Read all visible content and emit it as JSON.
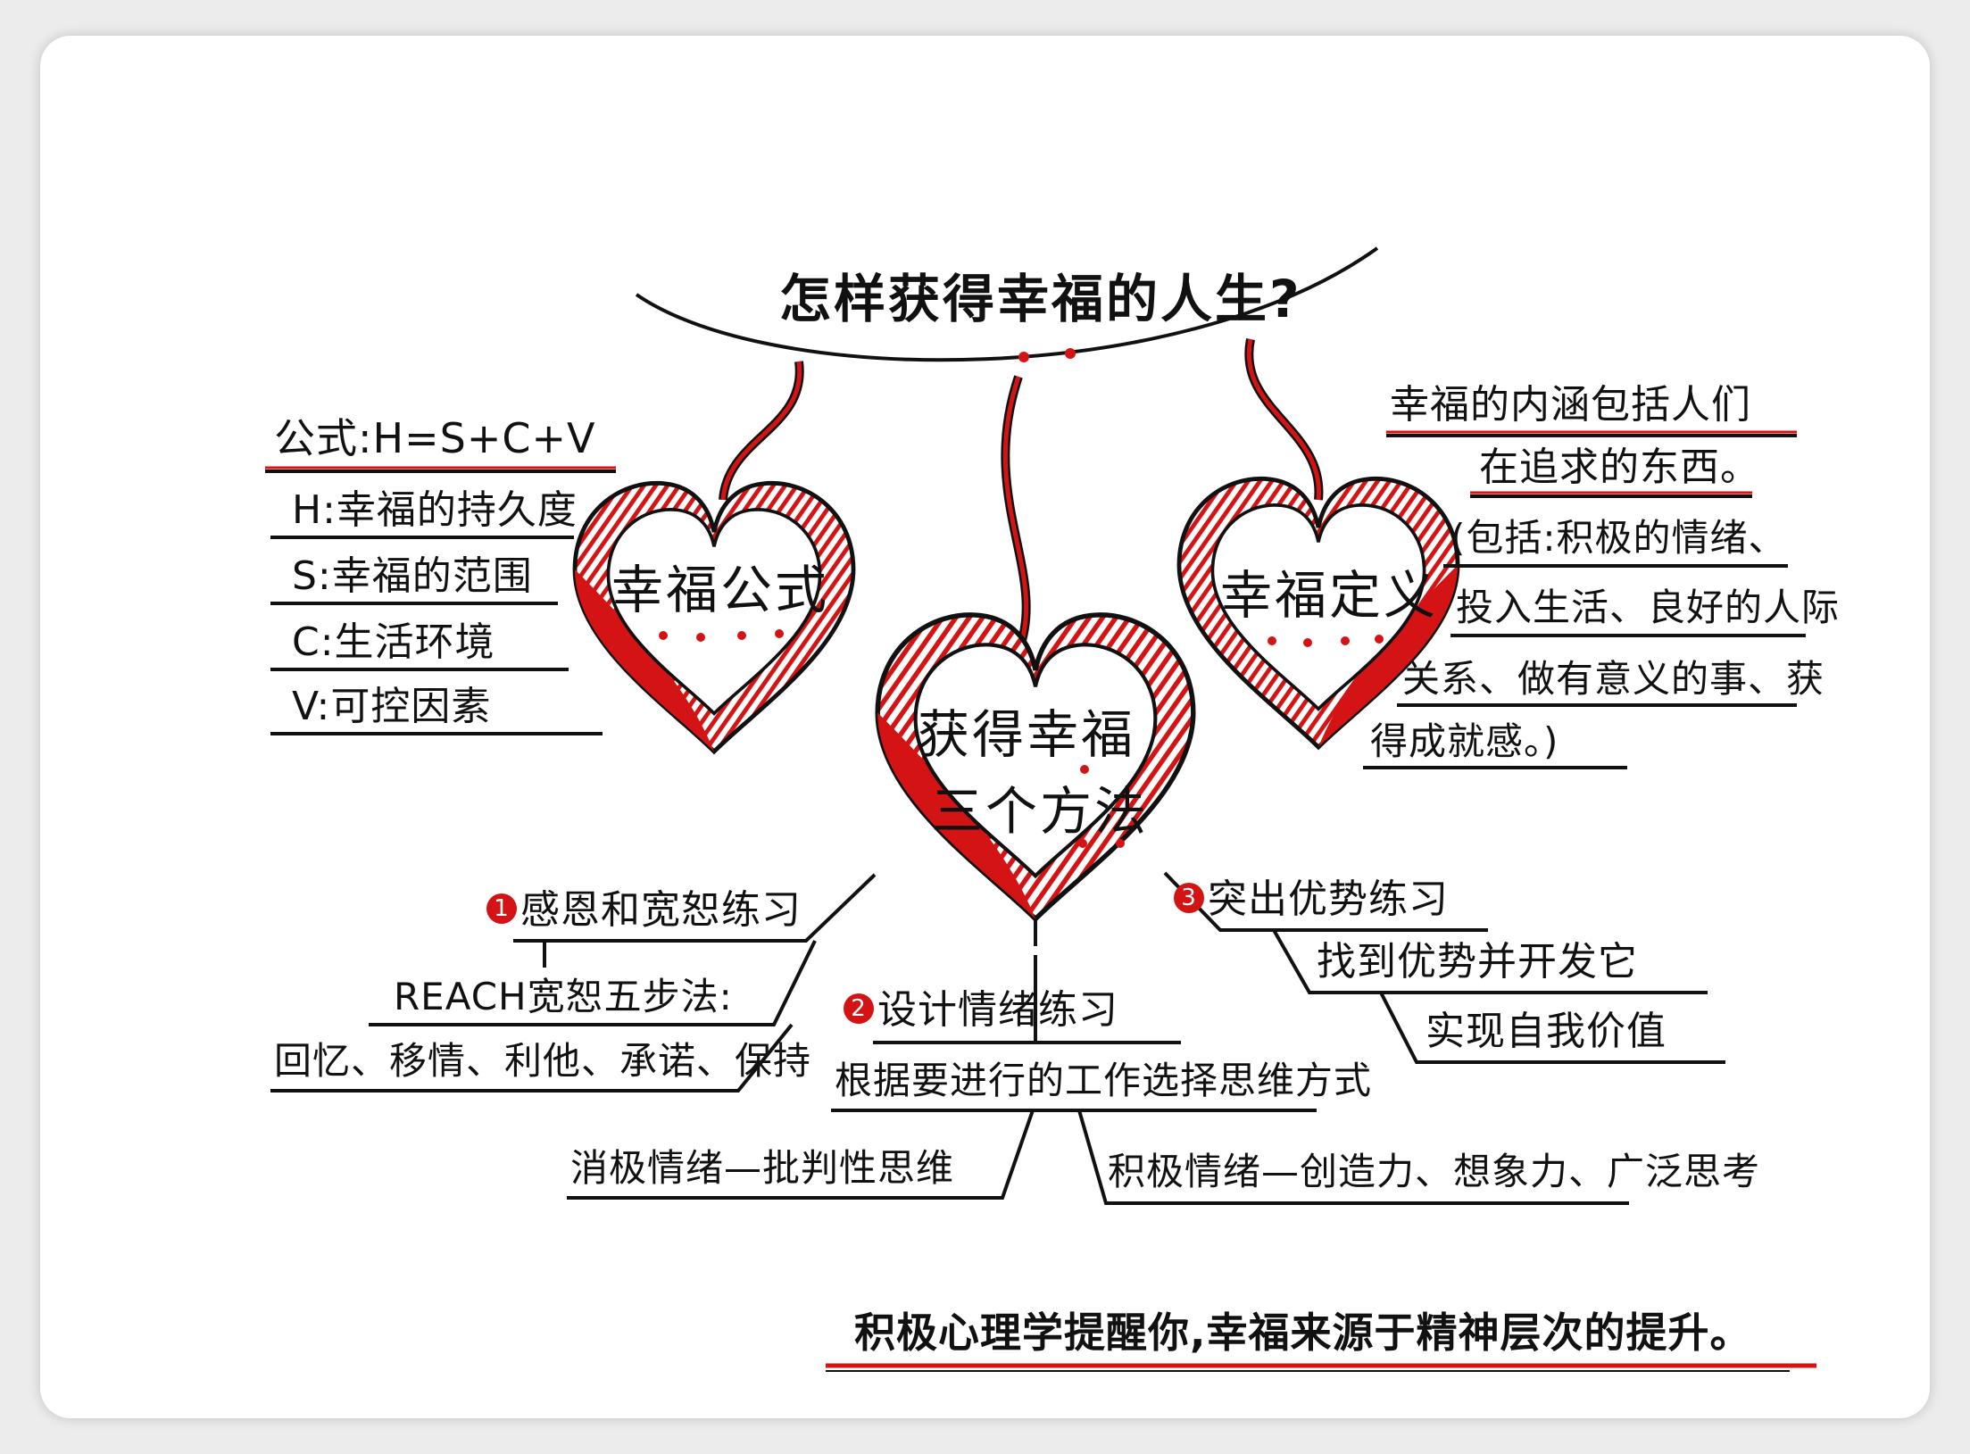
{
  "title": "怎样获得幸福的人生?",
  "colors": {
    "accent": "#d41414",
    "ink": "#111111",
    "paper": "#ffffff"
  },
  "left_heart": {
    "label": "幸福公式"
  },
  "right_heart": {
    "label": "幸福定义"
  },
  "center_heart": {
    "line1": "获得幸福",
    "line2": "三个方法"
  },
  "formula": {
    "header": "公式:H=S+C+V",
    "items": [
      "H:幸福的持久度",
      "S:幸福的范围",
      "C:生活环境",
      "V:可控因素"
    ]
  },
  "definition": {
    "lines": [
      "幸福的内涵包括人们",
      "在追求的东西。",
      "(包括:积极的情绪、",
      "投入生活、良好的人际",
      "关系、做有意义的事、获",
      "得成就感。)"
    ]
  },
  "method1": {
    "number": "1",
    "title": "感恩和宽恕练习",
    "lines": [
      "REACH宽恕五步法:",
      "回忆、移情、利他、承诺、保持"
    ]
  },
  "method2": {
    "number": "2",
    "title": "设计情绪练习",
    "line": "根据要进行的工作选择思维方式",
    "negative": "消极情绪—批判性思维",
    "positive": "积极情绪—创造力、想象力、广泛思考"
  },
  "method3": {
    "number": "3",
    "title": "突出优势练习",
    "lines": [
      "找到优势并开发它",
      "实现自我价值"
    ]
  },
  "footer": "积极心理学提醒你,幸福来源于精神层次的提升。"
}
